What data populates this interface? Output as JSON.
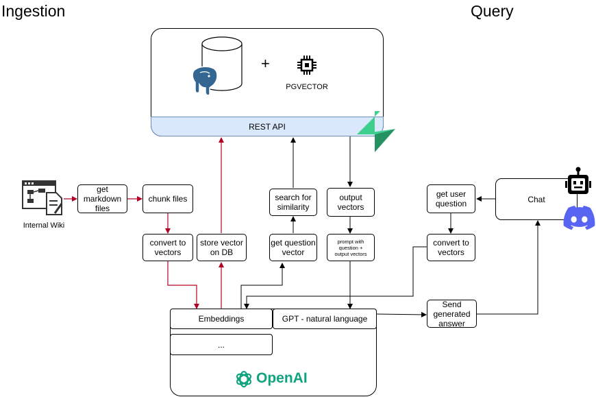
{
  "headings": {
    "left": "Ingestion",
    "right": "Query"
  },
  "db_panel": {
    "plus": "+",
    "pgvector_label": "PGVECTOR",
    "rest_api_label": "REST API"
  },
  "wiki": {
    "label": "Internal Wiki"
  },
  "boxes": {
    "get_markdown": "get\nmarkdown\nfiles",
    "chunk_files": "chunk files",
    "convert_vectors_ingest": "convert to\nvectors",
    "store_vector": "store vector\non DB",
    "search_similarity": "search for\nsimilarity",
    "get_question_vector": "get question\nvector",
    "output_vectors": "output\nvectors",
    "prompt": "prompt with\nquestion +\noutput vectors",
    "get_user_question": "get user\nquestion",
    "convert_vectors_query": "convert to\nvectors",
    "send_answer": "Send\ngenerated\nanswer",
    "chat": "Chat"
  },
  "openai_panel": {
    "embeddings": "Embeddings",
    "gpt": "GPT - natural language",
    "ellipsis": "...",
    "brand": "OpenAI"
  },
  "colors": {
    "ingest_arrow": "#b20025",
    "query_arrow": "#000000",
    "rest_fill": "#dae8fc",
    "supabase_green": "#3ecf8e",
    "discord": "#5865f2",
    "postgres": "#336791"
  },
  "icons": [
    "database-icon",
    "postgres-elephant-icon",
    "chip-icon",
    "supabase-icon",
    "wiki-page-icon",
    "robot-icon",
    "discord-icon",
    "openai-logo-icon"
  ]
}
